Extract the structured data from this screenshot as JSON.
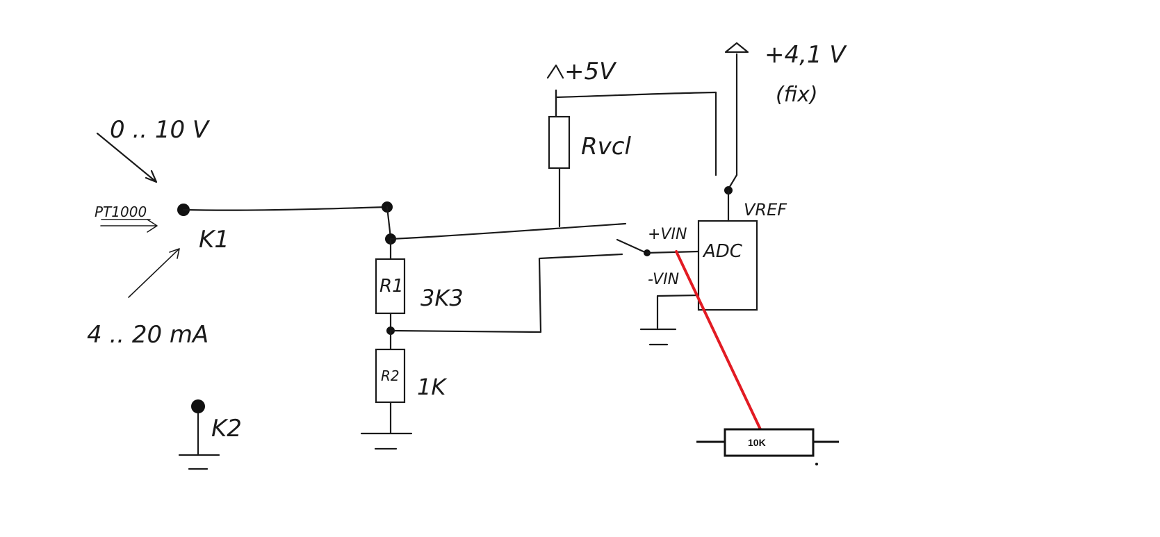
{
  "labels": {
    "range_voltage": "0 .. 10 V",
    "pt_sensor": "PT1000",
    "range_current": "4 .. 20 mA",
    "terminal_1": "K1",
    "terminal_2": "K2",
    "r1_name": "R1",
    "r1_value": "3K3",
    "r2_name": "R2",
    "r2_value": "1K",
    "rvcl": "Rvcl",
    "supply": "+5V",
    "reference": "+4,1 V",
    "reference_note": "(fix)",
    "vref_pin": "VREF",
    "adc": "ADC",
    "vin_plus": "+VIN",
    "vin_minus": "-VIN",
    "potentiometer": "10K"
  },
  "colors": {
    "ink": "#1a1a1a",
    "annotation": "#e21b23"
  }
}
